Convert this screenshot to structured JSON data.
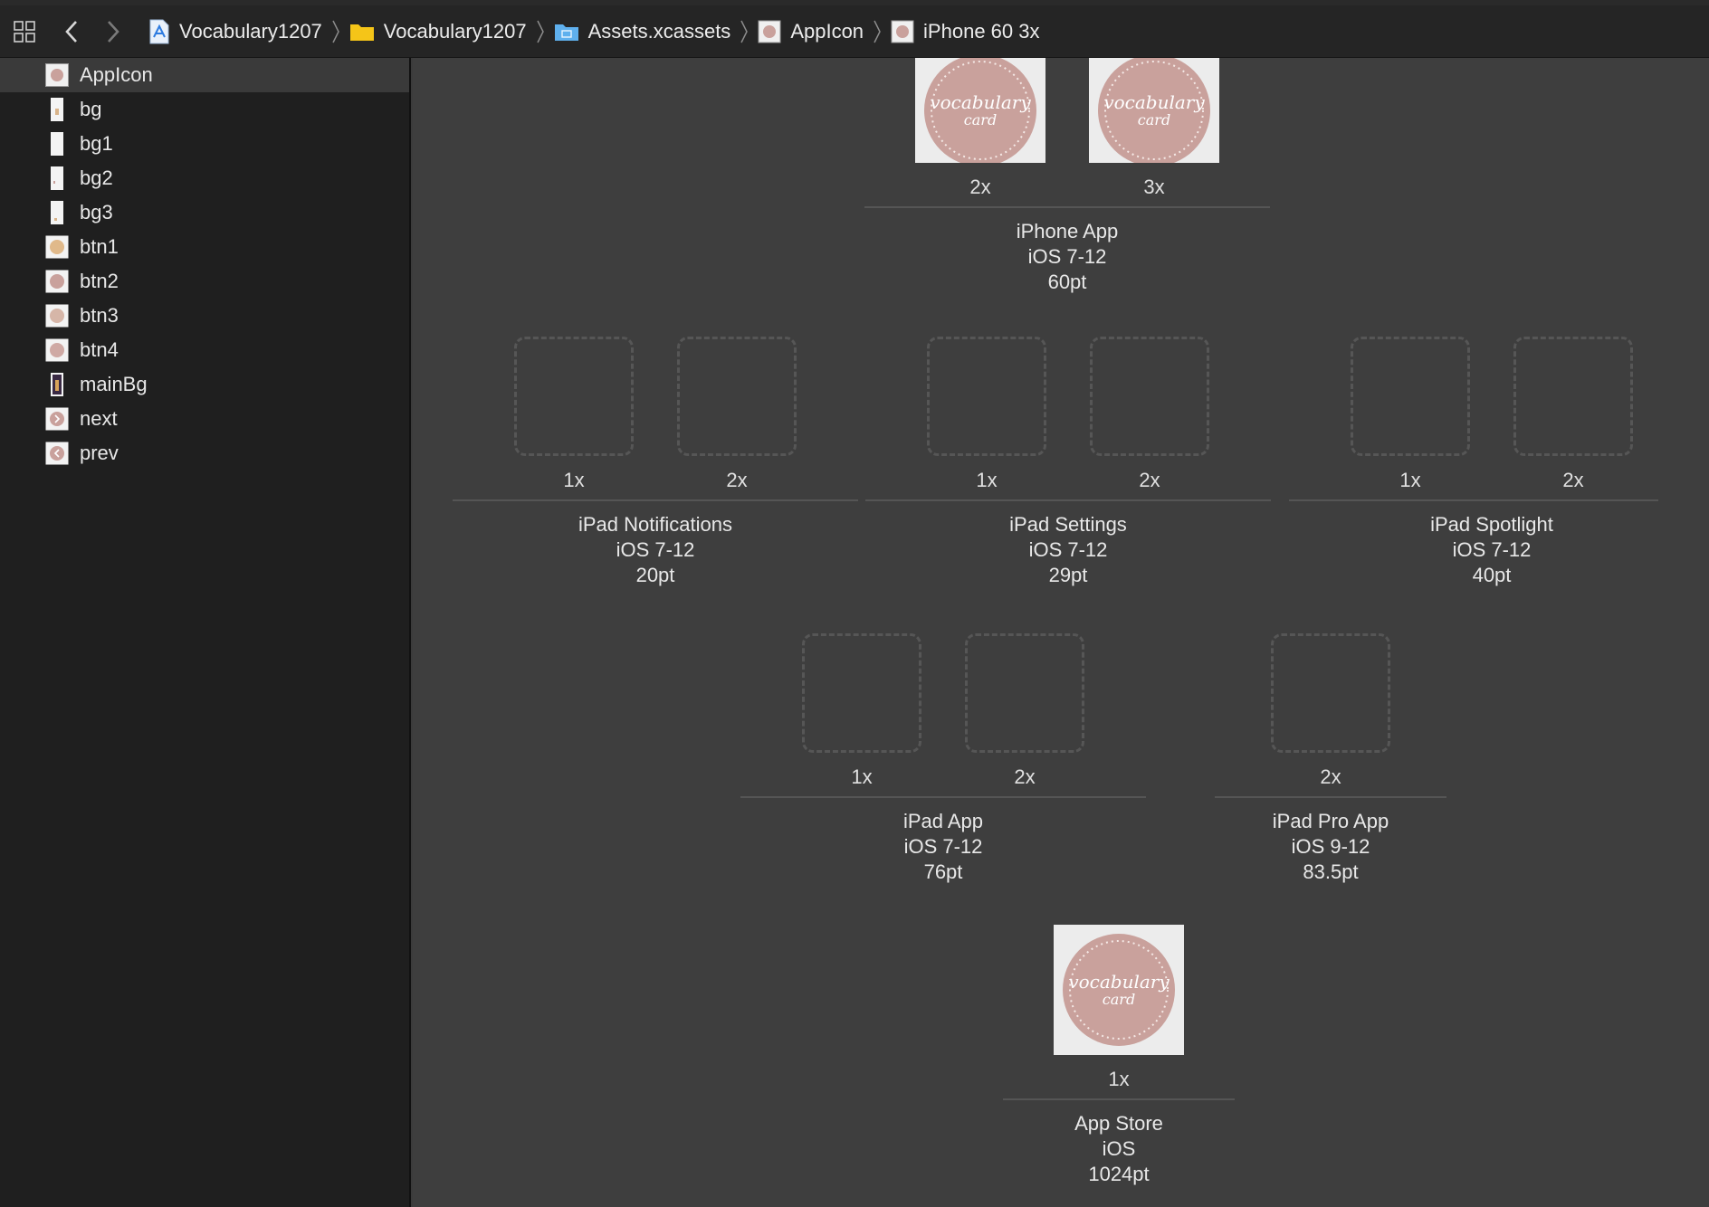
{
  "toolbar": {
    "breadcrumbs": [
      {
        "label": "Vocabulary1207",
        "icon": "xcode-project-icon"
      },
      {
        "label": "Vocabulary1207",
        "icon": "folder-icon"
      },
      {
        "label": "Assets.xcassets",
        "icon": "asset-catalog-icon"
      },
      {
        "label": "AppIcon",
        "icon": "app-icon-set-icon"
      },
      {
        "label": "iPhone 60 3x",
        "icon": "app-icon-image-icon"
      }
    ]
  },
  "sidebar": {
    "items": [
      {
        "label": "AppIcon",
        "selected": true
      },
      {
        "label": "bg"
      },
      {
        "label": "bg1"
      },
      {
        "label": "bg2"
      },
      {
        "label": "bg3"
      },
      {
        "label": "btn1"
      },
      {
        "label": "btn2"
      },
      {
        "label": "btn3"
      },
      {
        "label": "btn4"
      },
      {
        "label": "mainBg"
      },
      {
        "label": "next"
      },
      {
        "label": "prev"
      }
    ]
  },
  "groups": {
    "iphone_app": {
      "slots": [
        "2x",
        "3x"
      ],
      "device": "iPhone App",
      "ios": "iOS 7-12",
      "size": "60pt"
    },
    "ipad_notifications": {
      "slots": [
        "1x",
        "2x"
      ],
      "device": "iPad Notifications",
      "ios": "iOS 7-12",
      "size": "20pt"
    },
    "ipad_settings": {
      "slots": [
        "1x",
        "2x"
      ],
      "device": "iPad Settings",
      "ios": "iOS 7-12",
      "size": "29pt"
    },
    "ipad_spotlight": {
      "slots": [
        "1x",
        "2x"
      ],
      "device": "iPad Spotlight",
      "ios": "iOS 7-12",
      "size": "40pt"
    },
    "ipad_app": {
      "slots": [
        "1x",
        "2x"
      ],
      "device": "iPad App",
      "ios": "iOS 7-12",
      "size": "76pt"
    },
    "ipad_pro_app": {
      "slots": [
        "2x"
      ],
      "device": "iPad Pro App",
      "ios": "iOS 9-12",
      "size": "83.5pt"
    },
    "app_store": {
      "slots": [
        "1x"
      ],
      "device": "App Store",
      "ios": "iOS",
      "size": "1024pt"
    }
  },
  "icon_art": {
    "line1": "vocabulary",
    "line2": "card"
  },
  "colors": {
    "icon_badge": "#c9a19c",
    "sidebar_bg": "#1f1f1f",
    "canvas_bg": "#3e3e3e"
  }
}
